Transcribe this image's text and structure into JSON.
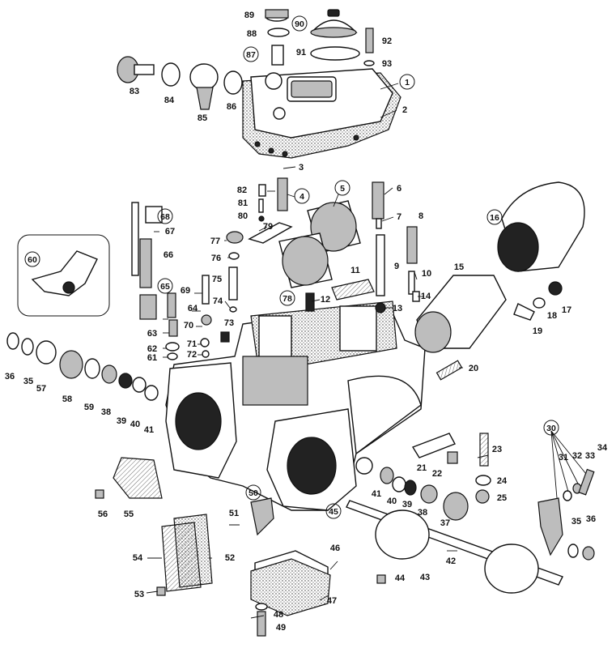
{
  "labels": [
    "1",
    "2",
    "3",
    "4",
    "5",
    "6",
    "7",
    "8",
    "9",
    "10",
    "11",
    "12",
    "13",
    "14",
    "15",
    "16",
    "17",
    "18",
    "19",
    "20",
    "21",
    "22",
    "23",
    "24",
    "25",
    "30",
    "31",
    "32",
    "33",
    "34",
    "35",
    "36",
    "37",
    "38",
    "39",
    "40",
    "41",
    "42",
    "43",
    "44",
    "45",
    "46",
    "47",
    "48",
    "49",
    "50",
    "51",
    "52",
    "53",
    "54",
    "55",
    "56",
    "57",
    "58",
    "59",
    "60",
    "61",
    "62",
    "63",
    "64",
    "65",
    "66",
    "67",
    "68",
    "69",
    "70",
    "71",
    "72",
    "73",
    "74",
    "75",
    "76",
    "77",
    "78",
    "79",
    "80",
    "81",
    "82",
    "83",
    "84",
    "85",
    "86",
    "87",
    "88",
    "89",
    "90",
    "91",
    "92",
    "93"
  ],
  "left_36": "36",
  "left_35": "35",
  "left_38": "38",
  "left_39": "39",
  "left_40": "40",
  "left_41": "41"
}
